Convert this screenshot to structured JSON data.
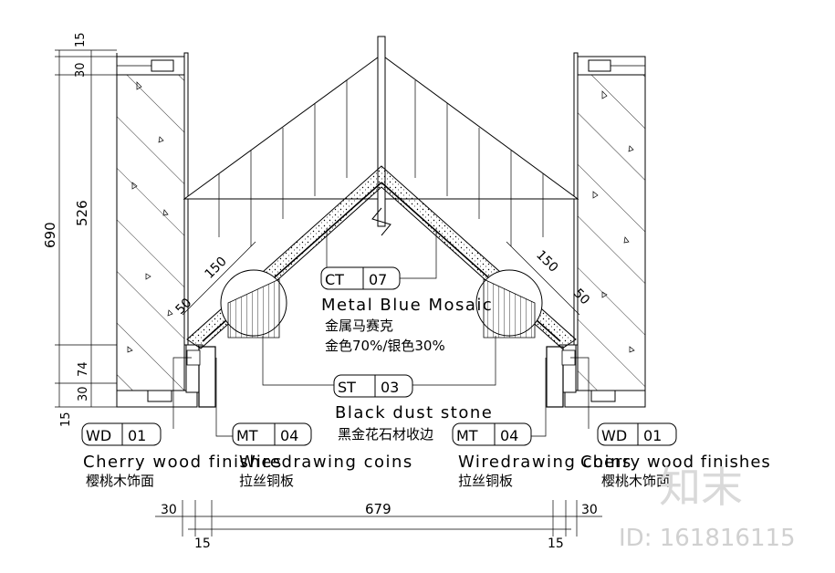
{
  "dimensions": {
    "top_15": "15",
    "top_30": "30",
    "total_690": "690",
    "mid_526": "526",
    "low_74": "74",
    "low_30": "30",
    "bottom_15_left": "15",
    "angle_150_left": "150",
    "angle_50_left": "50",
    "angle_150_right": "150",
    "angle_50_right": "50",
    "bottom_30_left": "30",
    "bottom_679": "679",
    "bottom_30_right": "30",
    "bottom_15_a": "15",
    "bottom_15_b": "15"
  },
  "tags": {
    "ct": {
      "code": "CT",
      "num": "07",
      "en": "Metal Blue Mosaic",
      "cn1": "金属马赛克",
      "cn2": "金色70%/银色30%"
    },
    "st": {
      "code": "ST",
      "num": "03",
      "en": "Black dust stone",
      "cn": "黑金花石材收边"
    },
    "wd_left": {
      "code": "WD",
      "num": "01",
      "en": "Cherry wood finishes",
      "cn": "樱桃木饰面"
    },
    "mt_left": {
      "code": "MT",
      "num": "04",
      "en": "Wiredrawing coins",
      "cn": "拉丝铜板"
    },
    "mt_right": {
      "code": "MT",
      "num": "04",
      "en": "Wiredrawing coins",
      "cn": "拉丝铜板"
    },
    "wd_right": {
      "code": "WD",
      "num": "01",
      "en": "Cherry wood finishes",
      "cn": "樱桃木饰面"
    }
  },
  "watermark": {
    "logo": "知末",
    "id": "ID: 161816115"
  }
}
